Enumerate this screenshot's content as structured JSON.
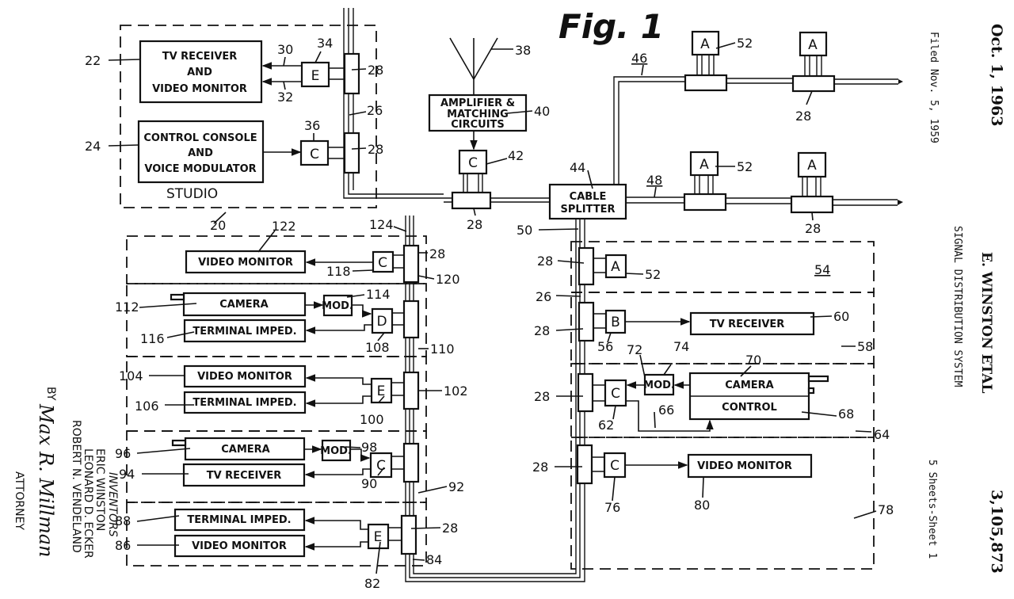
{
  "figure_title": "Fig. 1",
  "header": {
    "date": "Oct. 1, 1963",
    "filed": "Filed Nov. 5, 1959",
    "inventor_short": "E. WINSTON ETAL",
    "system_title": "SIGNAL DISTRIBUTION SYSTEM",
    "sheets": "5 Sheets-Sheet 1",
    "patent_number": "3,105,873"
  },
  "inventors": {
    "heading": "INVENTORS",
    "names": [
      "ERIC WINSTON",
      "LEONARD D. ECKER",
      "ROBERT N. VENDELAND"
    ],
    "by": "BY",
    "signature": "Max R. Millman",
    "role": "ATTORNEY"
  },
  "blocks": {
    "tv_receiver_monitor": [
      "TV RECEIVER",
      "AND",
      "VIDEO MONITOR"
    ],
    "control_console": [
      "CONTROL CONSOLE",
      "AND",
      "VOICE MODULATOR"
    ],
    "studio": "STUDIO",
    "amplifier": [
      "AMPLIFIER &",
      "MATCHING",
      "CIRCUITS"
    ],
    "cable_splitter": [
      "CABLE",
      "SPLITTER"
    ],
    "video_monitor_122": "VIDEO MONITOR",
    "camera_112": "CAMERA",
    "terminal_116": "TERMINAL IMPED.",
    "mod_114": "MOD.",
    "video_monitor_104": "VIDEO MONITOR",
    "terminal_106": "TERMINAL IMPED.",
    "camera_96": "CAMERA",
    "mod_98": "MOD.",
    "tv_receiver_94": "TV RECEIVER",
    "terminal_88": "TERMINAL IMPED.",
    "video_monitor_86": "VIDEO MONITOR",
    "tv_receiver_60": "TV RECEIVER",
    "mod_74": "MOD.",
    "camera_70": "CAMERA",
    "control_68": "CONTROL",
    "video_monitor_80": "VIDEO MONITOR"
  },
  "letters": {
    "A": "A",
    "B": "B",
    "C": "C",
    "D": "D",
    "E": "E"
  },
  "refs": {
    "r20": "20",
    "r22": "22",
    "r24": "24",
    "r26": "26",
    "r28": "28",
    "r30": "30",
    "r32": "32",
    "r34": "34",
    "r36": "36",
    "r38": "38",
    "r40": "40",
    "r42": "42",
    "r44": "44",
    "r46": "46",
    "r48": "48",
    "r50": "50",
    "r52": "52",
    "r54": "54",
    "r56": "56",
    "r58": "58",
    "r60": "60",
    "r62": "62",
    "r64": "64",
    "r66": "66",
    "r68": "68",
    "r70": "70",
    "r72": "72",
    "r74": "74",
    "r76": "76",
    "r78": "78",
    "r80": "80",
    "r82": "82",
    "r84": "84",
    "r86": "86",
    "r88": "88",
    "r90": "90",
    "r92": "92",
    "r94": "94",
    "r96": "96",
    "r98": "98",
    "r100": "100",
    "r102": "102",
    "r104": "104",
    "r106": "106",
    "r108": "108",
    "r110": "110",
    "r112": "112",
    "r114": "114",
    "r116": "116",
    "r118": "118",
    "r120": "120",
    "r122": "122",
    "r124": "124"
  }
}
